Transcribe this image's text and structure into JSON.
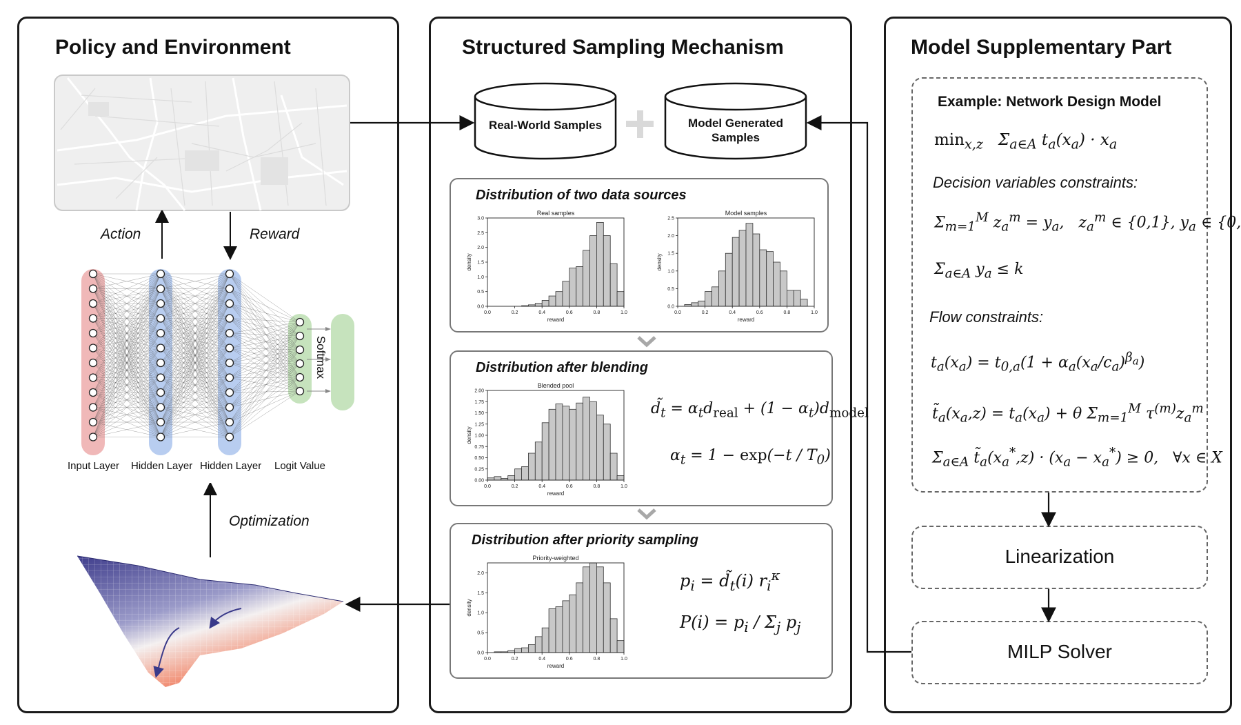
{
  "panels": {
    "left": {
      "title": "Policy and Environment",
      "action_label": "Action",
      "reward_label": "Reward",
      "optimization_label": "Optimization",
      "layers": [
        "Input Layer",
        "Hidden Layer",
        "Hidden Layer",
        "Logit Value"
      ],
      "softmax_label": "Softmax"
    },
    "middle": {
      "title": "Structured Sampling Mechanism",
      "real_samples": "Real-World Samples",
      "model_samples_line1": "Model Generated",
      "model_samples_line2": "Samples",
      "cards": [
        {
          "title": "Distribution of two data sources",
          "charts": [
            {
              "title": "Real samples",
              "ylabel": "density",
              "xlabel": "reward"
            },
            {
              "title": "Model samples",
              "ylabel": "density",
              "xlabel": "reward"
            }
          ]
        },
        {
          "title": "Distribution after blending",
          "charts": [
            {
              "title": "Blended pool",
              "ylabel": "density",
              "xlabel": "reward"
            }
          ]
        },
        {
          "title": "Distribution after priority sampling",
          "charts": [
            {
              "title": "Priority-weighted",
              "ylabel": "density",
              "xlabel": "reward"
            }
          ]
        }
      ]
    },
    "right": {
      "title": "Model Supplementary Part",
      "example_title": "Example: Network Design Model",
      "decision_label": "Decision variables constraints:",
      "flow_label": "Flow constraints:",
      "linearization": "Linearization",
      "milp": "MILP Solver"
    }
  },
  "chart_data": [
    {
      "type": "bar",
      "title": "Real samples",
      "xlabel": "reward",
      "ylabel": "density",
      "xlim": [
        0.0,
        1.0
      ],
      "ylim": [
        0.0,
        3.0
      ],
      "xticks": [
        "0.0",
        "0.2",
        "0.4",
        "0.6",
        "0.8",
        "1.0"
      ],
      "yticks": [
        "0.0",
        "0.5",
        "1.0",
        "1.5",
        "2.0",
        "2.5",
        "3.0"
      ],
      "bin_edges": [
        0.0,
        0.05,
        0.1,
        0.15,
        0.2,
        0.25,
        0.3,
        0.35,
        0.4,
        0.45,
        0.5,
        0.55,
        0.6,
        0.65,
        0.7,
        0.75,
        0.8,
        0.85,
        0.9,
        0.95,
        1.0
      ],
      "values": [
        0,
        0,
        0,
        0,
        0,
        0.02,
        0.05,
        0.1,
        0.2,
        0.35,
        0.5,
        0.85,
        1.3,
        1.35,
        1.9,
        2.4,
        2.85,
        2.4,
        1.45,
        0.5
      ]
    },
    {
      "type": "bar",
      "title": "Model samples",
      "xlabel": "reward",
      "ylabel": "density",
      "xlim": [
        0.0,
        1.0
      ],
      "ylim": [
        0.0,
        2.5
      ],
      "xticks": [
        "0.0",
        "0.2",
        "0.4",
        "0.6",
        "0.8",
        "1.0"
      ],
      "yticks": [
        "0.0",
        "0.5",
        "1.0",
        "1.5",
        "2.0",
        "2.5"
      ],
      "bin_edges": [
        0.0,
        0.05,
        0.1,
        0.15,
        0.2,
        0.25,
        0.3,
        0.35,
        0.4,
        0.45,
        0.5,
        0.55,
        0.6,
        0.65,
        0.7,
        0.75,
        0.8,
        0.85,
        0.9,
        0.95,
        1.0
      ],
      "values": [
        0,
        0.05,
        0.1,
        0.15,
        0.42,
        0.55,
        1.0,
        1.5,
        1.95,
        2.15,
        2.35,
        2.05,
        1.6,
        1.55,
        1.25,
        1.0,
        0.45,
        0.45,
        0.2,
        0
      ]
    },
    {
      "type": "bar",
      "title": "Blended pool",
      "xlabel": "reward",
      "ylabel": "density",
      "xlim": [
        0.0,
        1.0
      ],
      "ylim": [
        0.0,
        2.0
      ],
      "xticks": [
        "0.0",
        "0.2",
        "0.4",
        "0.6",
        "0.8",
        "1.0"
      ],
      "yticks": [
        "0.00",
        "0.25",
        "0.50",
        "0.75",
        "1.00",
        "1.25",
        "1.50",
        "1.75",
        "2.00"
      ],
      "bin_edges": [
        0.0,
        0.05,
        0.1,
        0.15,
        0.2,
        0.25,
        0.3,
        0.35,
        0.4,
        0.45,
        0.5,
        0.55,
        0.6,
        0.65,
        0.7,
        0.75,
        0.8,
        0.85,
        0.9,
        0.95,
        1.0
      ],
      "values": [
        0.05,
        0.08,
        0.04,
        0.1,
        0.25,
        0.3,
        0.6,
        0.85,
        1.28,
        1.58,
        1.7,
        1.65,
        1.58,
        1.72,
        1.85,
        1.75,
        1.45,
        1.25,
        0.6,
        0.1
      ]
    },
    {
      "type": "bar",
      "title": "Priority-weighted",
      "xlabel": "reward",
      "ylabel": "density",
      "xlim": [
        0.0,
        1.0
      ],
      "ylim": [
        0.0,
        2.25
      ],
      "xticks": [
        "0.0",
        "0.2",
        "0.4",
        "0.6",
        "0.8",
        "1.0"
      ],
      "yticks": [
        "0.0",
        "0.5",
        "1.0",
        "1.5",
        "2.0"
      ],
      "bin_edges": [
        0.0,
        0.05,
        0.1,
        0.15,
        0.2,
        0.25,
        0.3,
        0.35,
        0.4,
        0.45,
        0.5,
        0.55,
        0.6,
        0.65,
        0.7,
        0.75,
        0.8,
        0.85,
        0.9,
        0.95,
        1.0
      ],
      "values": [
        0,
        0.02,
        0.02,
        0.05,
        0.1,
        0.12,
        0.2,
        0.4,
        0.62,
        1.1,
        1.15,
        1.3,
        1.45,
        1.75,
        2.15,
        2.25,
        2.15,
        1.75,
        0.85,
        0.3
      ]
    }
  ],
  "colors": {
    "border": "#1a1a1a",
    "card_border": "#777777",
    "input_layer": "#f0b8b8",
    "hidden_layer": "#b8cdf0",
    "logit_layer": "#c6e3bd",
    "softmax": "#c6e3bd",
    "bar_fill": "#c8c8c8",
    "bar_stroke": "#333333",
    "surface_high": "#3f3d8c",
    "surface_low": "#e8563a"
  }
}
